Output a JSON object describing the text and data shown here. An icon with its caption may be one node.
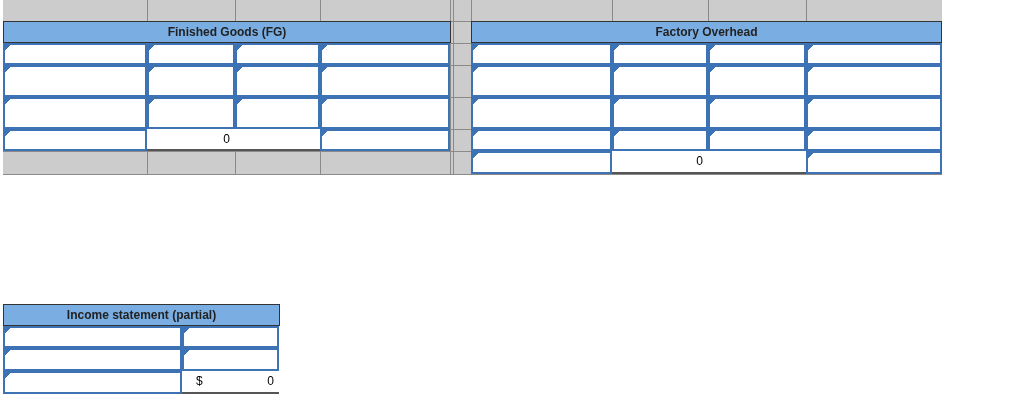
{
  "diagram": {
    "labels": [
      "Finished Goods (FG)",
      "Factory Overhead",
      "0",
      "0",
      "Income statement (partial)",
      "$",
      "0"
    ]
  }
}
